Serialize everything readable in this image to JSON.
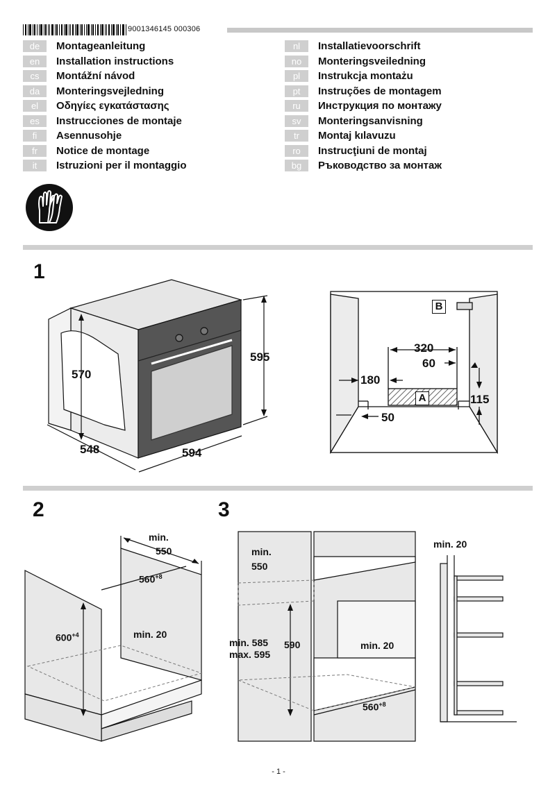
{
  "header": {
    "doc_code": "9001346145  000306"
  },
  "languages_left": [
    {
      "code": "de",
      "label": "Montageanleitung"
    },
    {
      "code": "en",
      "label": "Installation instructions"
    },
    {
      "code": "cs",
      "label": "Montážní návod"
    },
    {
      "code": "da",
      "label": "Monteringsvejledning"
    },
    {
      "code": "el",
      "label": "Οδηγίες εγκατάστασης"
    },
    {
      "code": "es",
      "label": "Instrucciones de montaje"
    },
    {
      "code": "fi",
      "label": "Asennusohje"
    },
    {
      "code": "fr",
      "label": "Notice de montage"
    },
    {
      "code": "it",
      "label": "Istruzioni per il montaggio"
    }
  ],
  "languages_right": [
    {
      "code": "nl",
      "label": "Installatievoorschrift"
    },
    {
      "code": "no",
      "label": "Monteringsveiledning"
    },
    {
      "code": "pl",
      "label": "Instrukcja montażu"
    },
    {
      "code": "pt",
      "label": "Instruções de montagem"
    },
    {
      "code": "ru",
      "label": "Инструкция по монтажу"
    },
    {
      "code": "sv",
      "label": "Monteringsanvisning"
    },
    {
      "code": "tr",
      "label": "Montaj kılavuzu"
    },
    {
      "code": "ro",
      "label": "Instrucţiuni de montaj"
    },
    {
      "code": "bg",
      "label": "Ръководство за монтаж"
    }
  ],
  "icons": {
    "gloves": "gloves-icon"
  },
  "step1": {
    "number": "1",
    "dims": {
      "h570": "570",
      "h595": "595",
      "d548": "548",
      "w594": "594"
    },
    "side": {
      "b": "B",
      "a": "A",
      "d320": "320",
      "d60": "60",
      "d180": "180",
      "d115": "115",
      "d50": "50"
    }
  },
  "step2": {
    "number": "2",
    "min": "min.",
    "d550": "550",
    "d560": "560",
    "d560_sup": "+8",
    "d600": "600",
    "d600_sup": "+4",
    "min20": "min. 20"
  },
  "step3": {
    "number": "3",
    "min": "min.",
    "d550": "550",
    "min585": "min. 585",
    "max595": "max. 595",
    "d590": "590",
    "min20": "min. 20",
    "d560": "560",
    "d560_sup": "+8",
    "min20b": "min. 20"
  },
  "footer": {
    "page": "- 1 -"
  }
}
